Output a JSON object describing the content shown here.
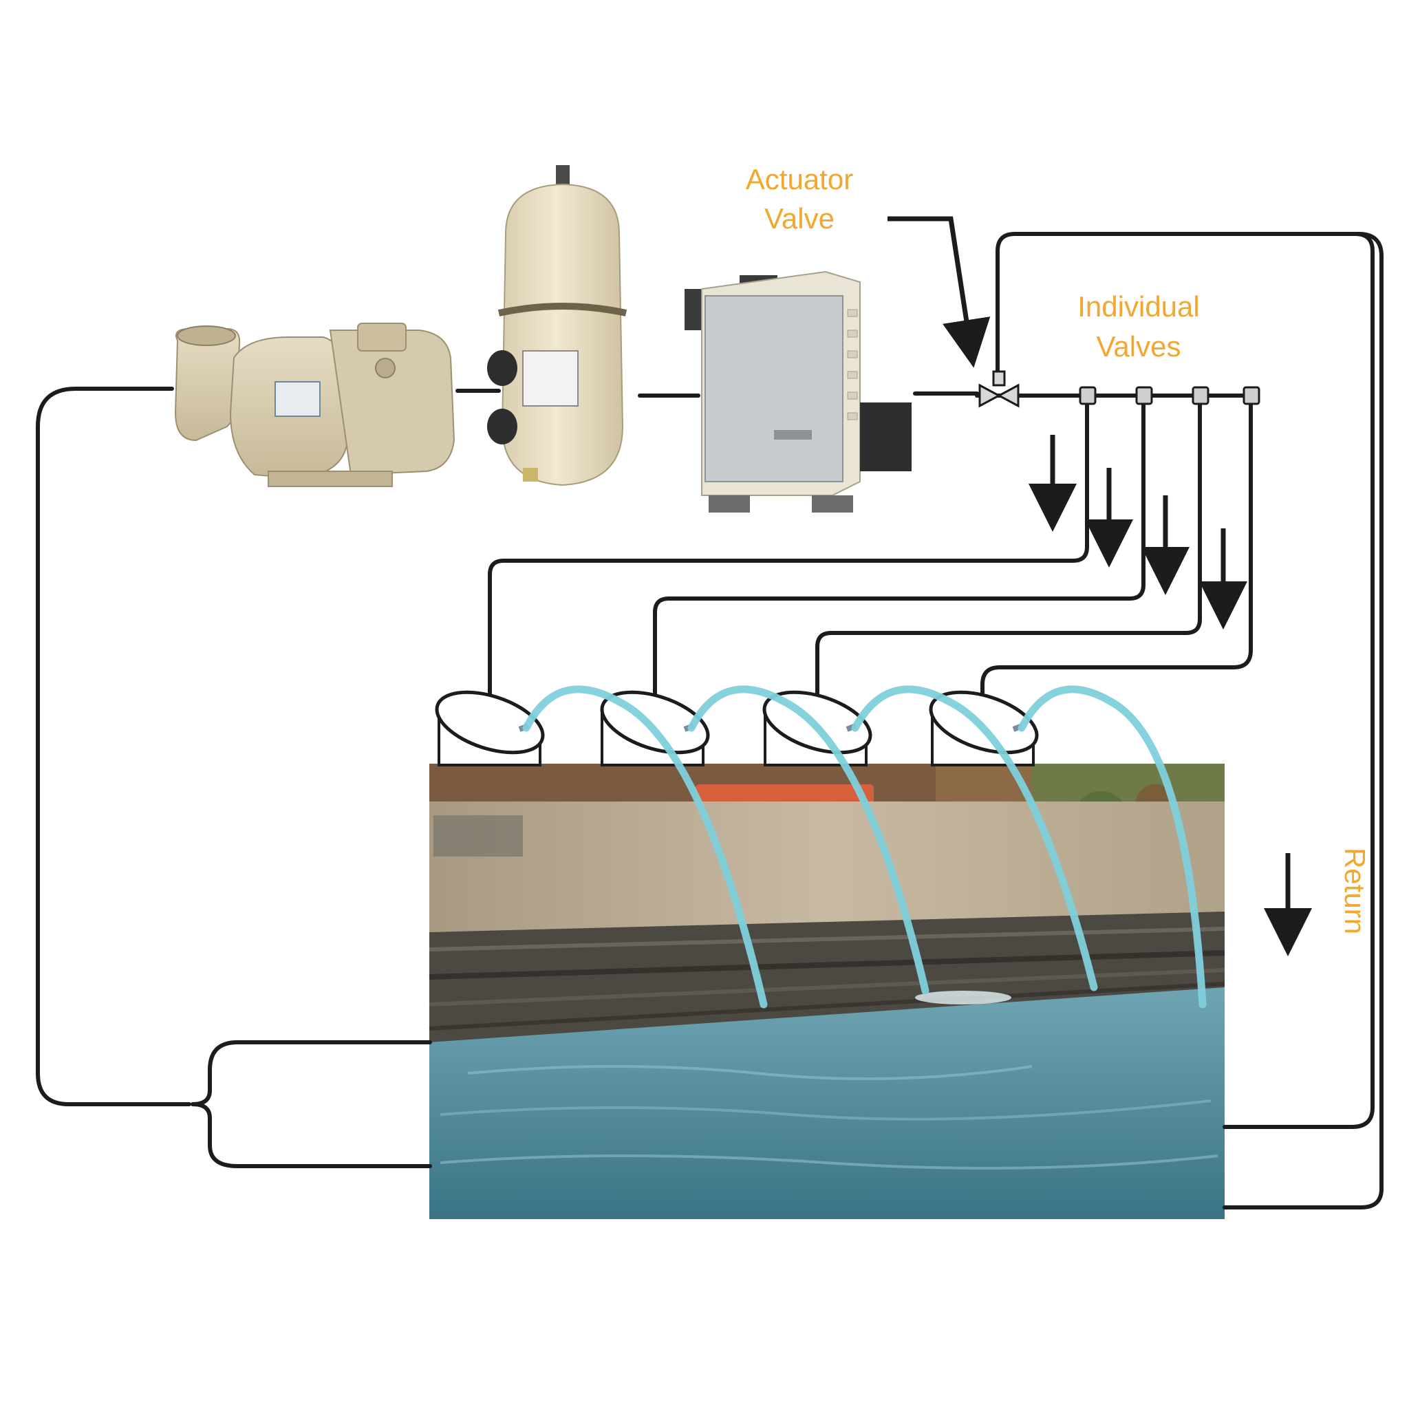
{
  "labels": {
    "actuator_line1": "Actuator",
    "actuator_line2": "Valve",
    "individual_line1": "Individual",
    "individual_line2": "Valves",
    "return": "Return"
  },
  "colors": {
    "label": "#f0a830",
    "pipe": "#1c1c1c",
    "water_arc": "#7fd0dc",
    "pool_water": "#4f8fa0",
    "stone_wall": "#4a4640",
    "deck": "#b6a890",
    "equipment": "#e8dcc0"
  },
  "equipment": [
    "pump",
    "filter",
    "heater"
  ],
  "descents": 4,
  "descent_icons": [
    "scupper-bowl",
    "scupper-bowl",
    "scupper-bowl",
    "scupper-bowl"
  ]
}
